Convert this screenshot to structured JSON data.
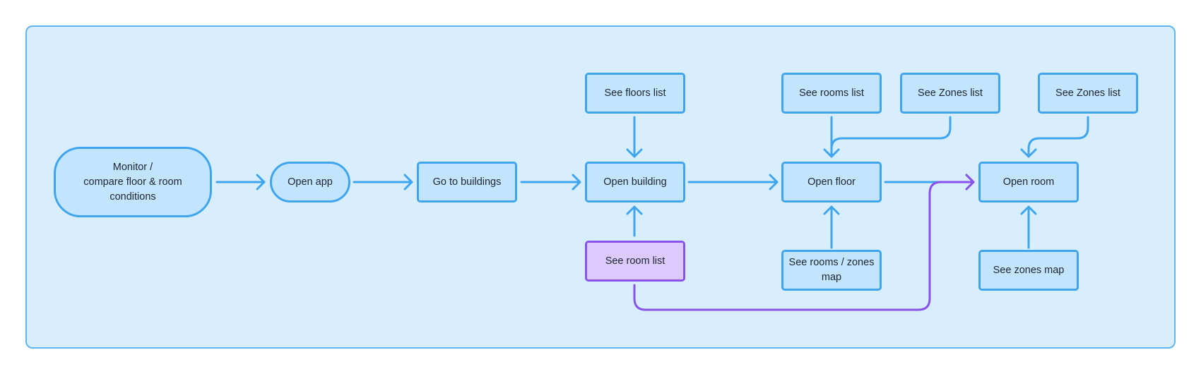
{
  "colors": {
    "panel_bg": "#d8eefc",
    "node_bg": "#c2e4fd",
    "blue": "#3ea5ee",
    "purple": "#8a52e8",
    "purple_bg": "#dccafc"
  },
  "nodes": {
    "monitor": "Monitor /\ncompare floor & room\nconditions",
    "open_app": "Open app",
    "go_buildings": "Go to buildings",
    "open_building": "Open building",
    "see_floors_list": "See floors list",
    "see_room_list": "See room list",
    "open_floor": "Open floor",
    "see_rooms_list": "See rooms list",
    "see_zones_list_floor": "See Zones list",
    "see_rooms_zones_map": "See rooms / zones\nmap",
    "open_room": "Open room",
    "see_zones_list_room": "See Zones list",
    "see_zones_map": "See  zones map"
  }
}
